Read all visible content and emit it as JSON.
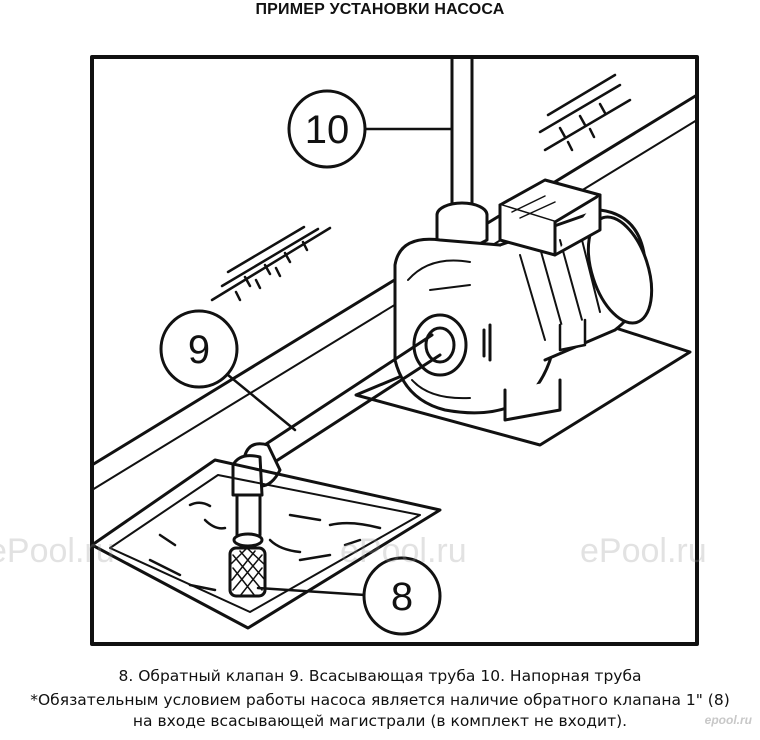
{
  "title": "ПРИМЕР УСТАНОВКИ НАСОСА",
  "callouts": {
    "c10": "10",
    "c9": "9",
    "c8": "8"
  },
  "legend": "8. Обратный клапан  9. Всасывающая труба  10. Напорная труба",
  "note_line1": "*Обязательным условием работы насоса является наличие обратного клапана 1\" (8)",
  "note_line2": "на входе всасывающей магистрали (в комплект не входит).",
  "watermarks": [
    "ePool.ru",
    "ePool.ru",
    "ePool.ru"
  ],
  "corner_logo": "epool.ru",
  "colors": {
    "ink": "#111111",
    "paper": "#ffffff",
    "watermark": "#bbbbbb"
  }
}
